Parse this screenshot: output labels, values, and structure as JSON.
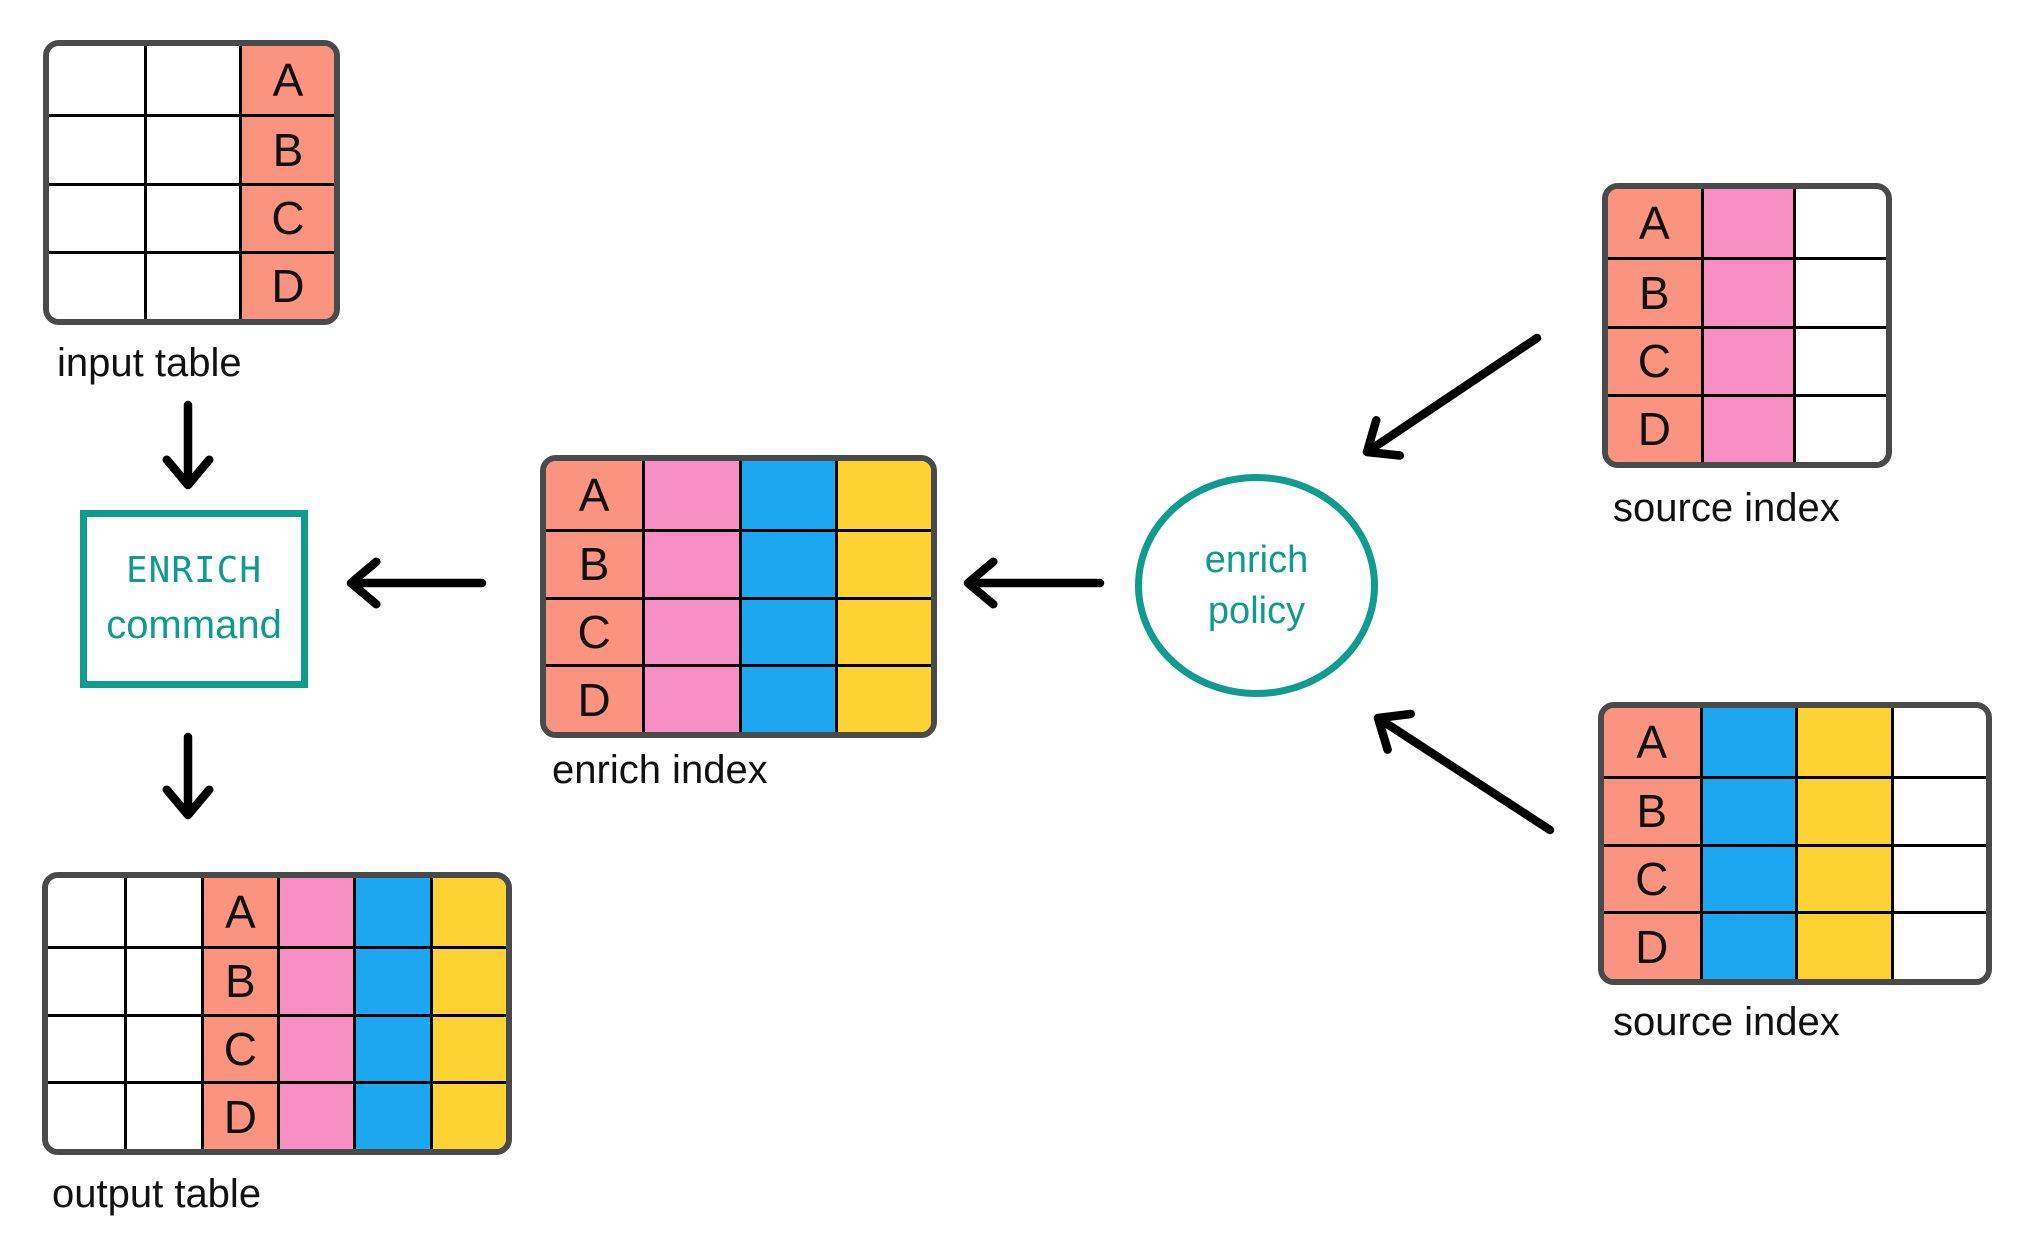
{
  "colors": {
    "salmon": "#FA9480",
    "pink": "#F78FC4",
    "blue": "#1CA7F0",
    "yellow": "#FDD233",
    "teal": "#0F9B8D",
    "white": "#FFFFFF",
    "table_border": "#4A4A4A",
    "grid_line": "#000000",
    "arrow": "#000000",
    "text": "#111111"
  },
  "diagram": {
    "input_table": {
      "label": "input table",
      "row_keys": [
        "A",
        "B",
        "C",
        "D"
      ],
      "columns": [
        {
          "color": "white",
          "letters": false
        },
        {
          "color": "white",
          "letters": false
        },
        {
          "color": "salmon",
          "letters": true
        }
      ]
    },
    "enrich_command": {
      "line1": "ENRICH",
      "line2": "command"
    },
    "output_table": {
      "label": "output table",
      "row_keys": [
        "A",
        "B",
        "C",
        "D"
      ],
      "columns": [
        {
          "color": "white",
          "letters": false
        },
        {
          "color": "white",
          "letters": false
        },
        {
          "color": "salmon",
          "letters": true
        },
        {
          "color": "pink",
          "letters": false
        },
        {
          "color": "blue",
          "letters": false
        },
        {
          "color": "yellow",
          "letters": false
        }
      ]
    },
    "enrich_index": {
      "label": "enrich index",
      "row_keys": [
        "A",
        "B",
        "C",
        "D"
      ],
      "columns": [
        {
          "color": "salmon",
          "letters": true
        },
        {
          "color": "pink",
          "letters": false
        },
        {
          "color": "blue",
          "letters": false
        },
        {
          "color": "yellow",
          "letters": false
        }
      ]
    },
    "enrich_policy": {
      "line1": "enrich",
      "line2": "policy"
    },
    "source_index_top": {
      "label": "source index",
      "row_keys": [
        "A",
        "B",
        "C",
        "D"
      ],
      "columns": [
        {
          "color": "salmon",
          "letters": true
        },
        {
          "color": "pink",
          "letters": false
        },
        {
          "color": "white",
          "letters": false
        }
      ]
    },
    "source_index_bottom": {
      "label": "source index",
      "row_keys": [
        "A",
        "B",
        "C",
        "D"
      ],
      "columns": [
        {
          "color": "salmon",
          "letters": true
        },
        {
          "color": "blue",
          "letters": false
        },
        {
          "color": "yellow",
          "letters": false
        },
        {
          "color": "white",
          "letters": false
        }
      ]
    }
  }
}
